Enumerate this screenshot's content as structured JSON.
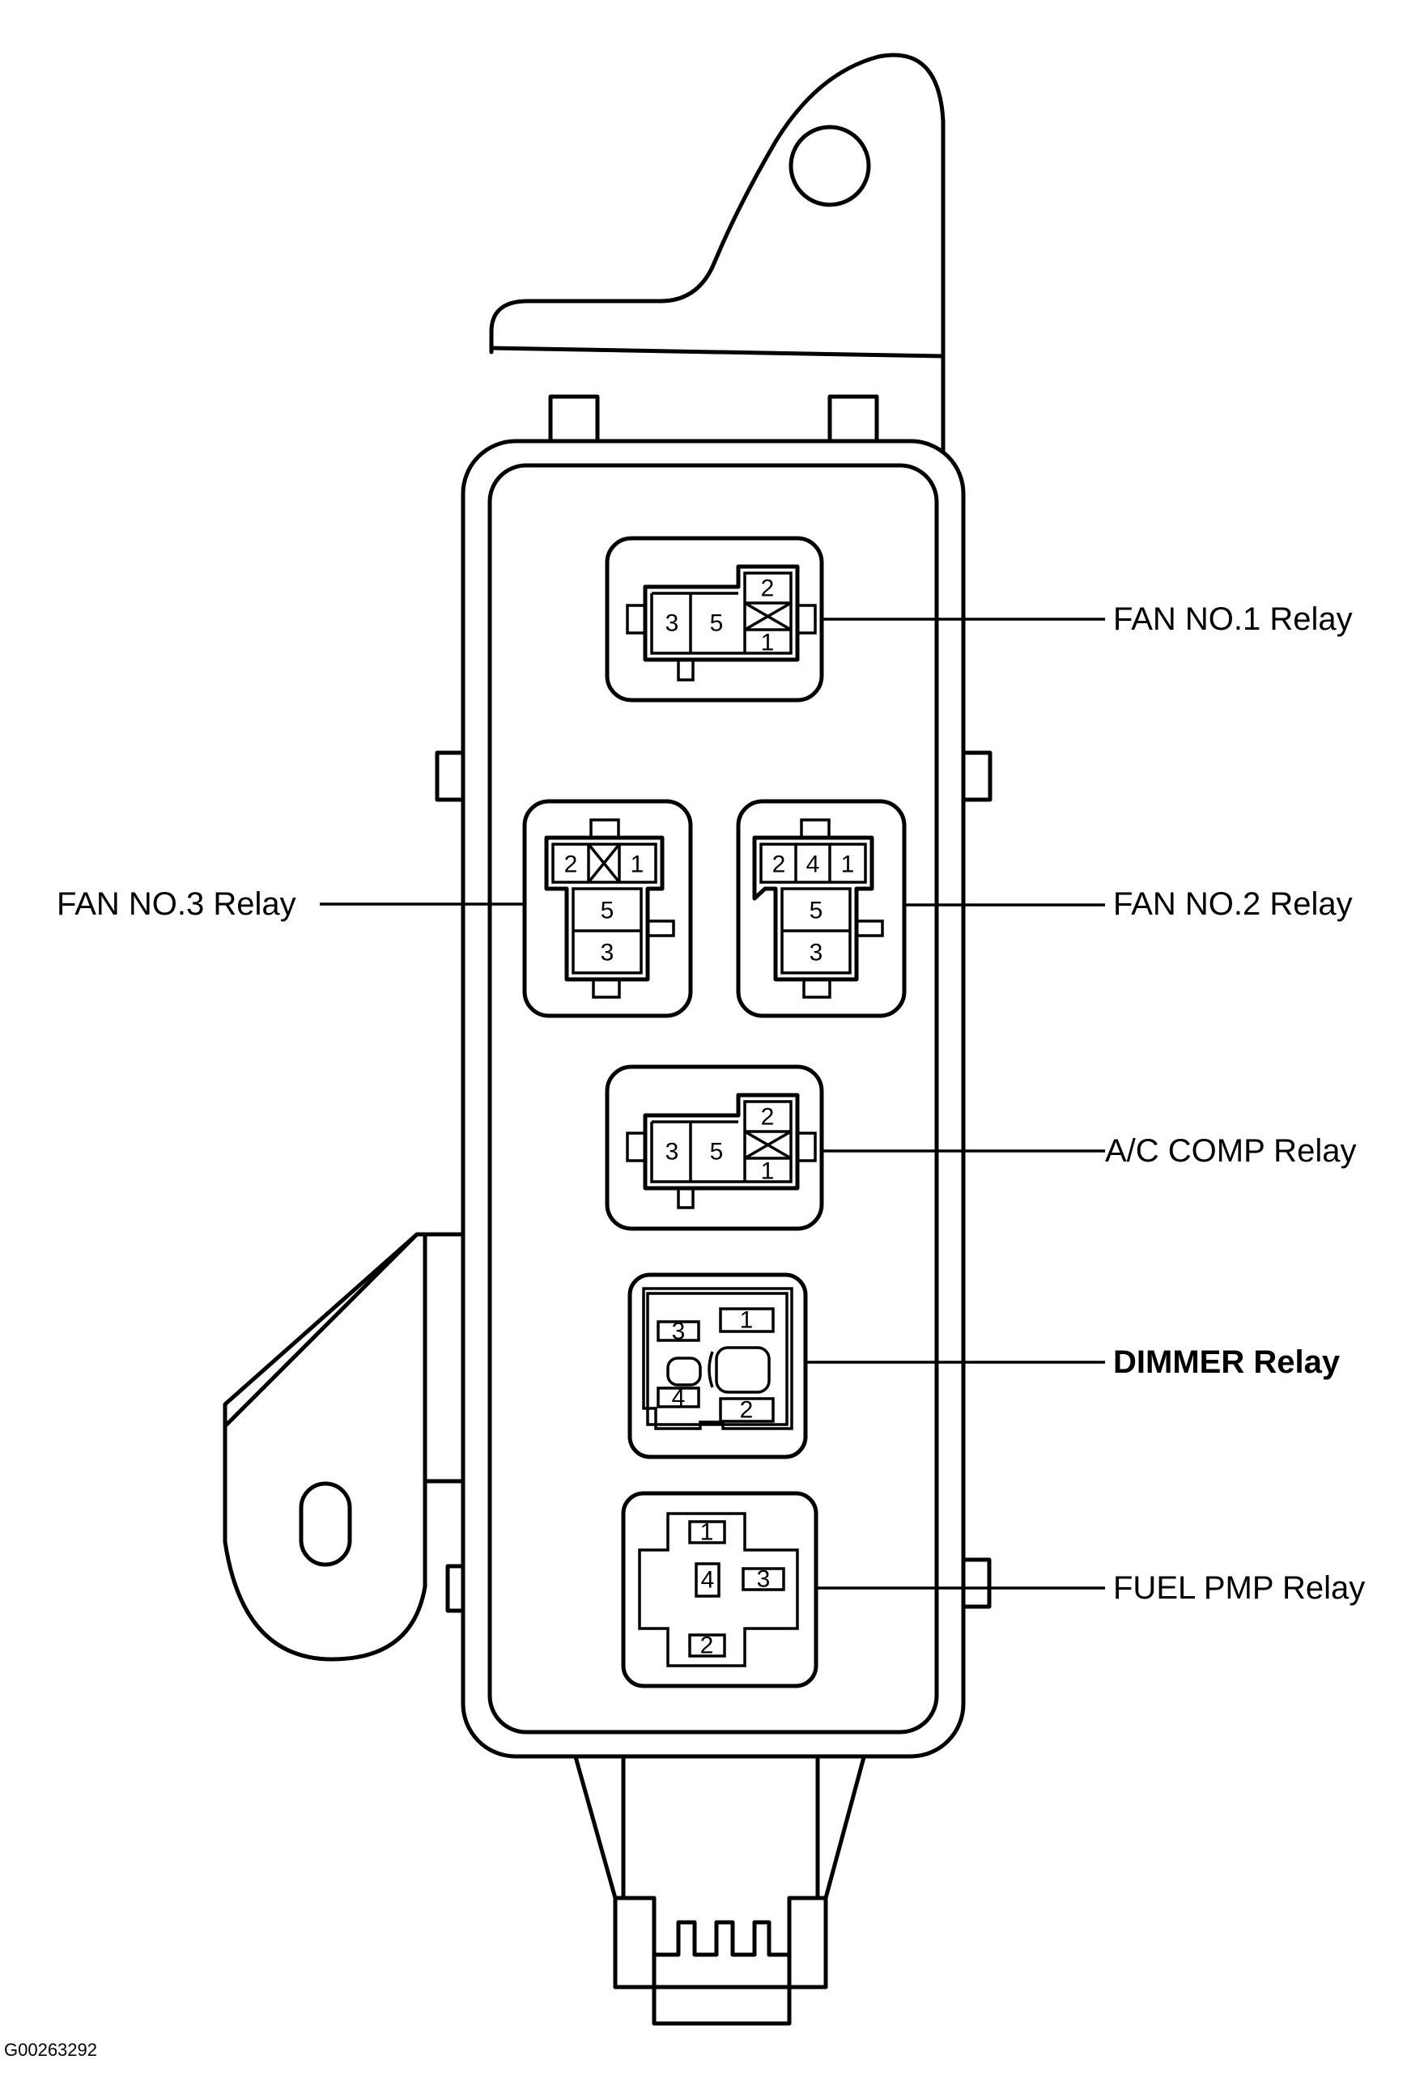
{
  "diagram": {
    "relays": {
      "fan1": {
        "label": "FAN NO.1 Relay",
        "pins": [
          "3",
          "5",
          "2",
          "1"
        ]
      },
      "fan3": {
        "label": "FAN NO.3 Relay",
        "pins": [
          "2",
          "1",
          "5",
          "3"
        ]
      },
      "fan2": {
        "label": "FAN NO.2 Relay",
        "pins": [
          "2",
          "4",
          "1",
          "5",
          "3"
        ]
      },
      "ac": {
        "label": "A/C COMP Relay",
        "pins": [
          "3",
          "5",
          "2",
          "1"
        ]
      },
      "dimmer": {
        "label": "DIMMER Relay",
        "pins": [
          "3",
          "1",
          "4",
          "2"
        ]
      },
      "fuel": {
        "label": "FUEL PMP Relay",
        "pins": [
          "1",
          "4",
          "3",
          "2"
        ]
      }
    },
    "figure_code": "G00263292"
  }
}
